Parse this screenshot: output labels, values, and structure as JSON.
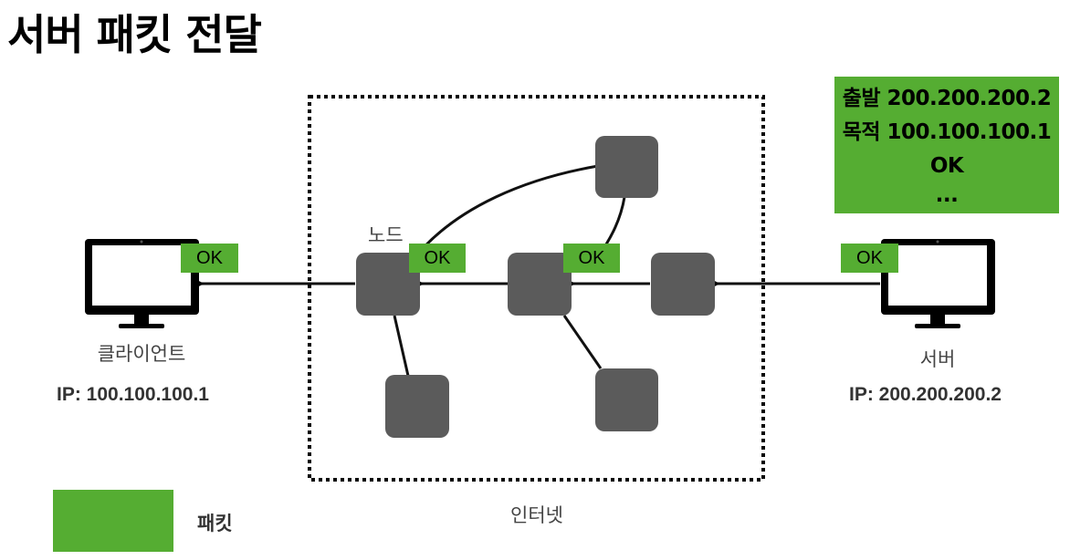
{
  "title": "서버 패킷 전달",
  "packet_info": {
    "source": "출발 200.200.200.2",
    "destination": "목적 100.100.100.1",
    "status": "OK",
    "more": "..."
  },
  "ok_label": "OK",
  "node_label": "노드",
  "client": {
    "label": "클라이언트",
    "ip": "IP: 100.100.100.1"
  },
  "server": {
    "label": "서버",
    "ip": "IP: 200.200.200.2"
  },
  "internet_label": "인터넷",
  "legend": {
    "label": "패킷",
    "color": "#55ad32"
  },
  "colors": {
    "packet": "#55ad32",
    "node": "#5b5b5b",
    "device": "#000000"
  }
}
